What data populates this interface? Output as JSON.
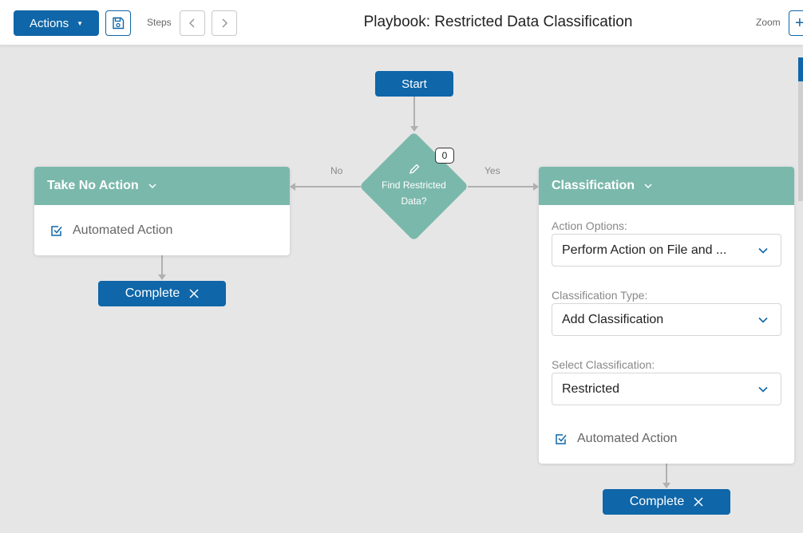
{
  "toolbar": {
    "actions_label": "Actions",
    "steps_label": "Steps",
    "title": "Playbook: Restricted Data Classification",
    "zoom_label": "Zoom",
    "zoom_in_glyph": "+"
  },
  "flow": {
    "start_label": "Start",
    "decision": {
      "line1": "Find Restricted",
      "line2": "Data?",
      "badge_count": "0"
    },
    "branch_no": "No",
    "branch_yes": "Yes",
    "left_card": {
      "title": "Take No Action",
      "automated_label": "Automated Action",
      "complete_label": "Complete"
    },
    "right_card": {
      "title": "Classification",
      "action_options_label": "Action Options:",
      "action_options_value": "Perform Action on File and ...",
      "classification_type_label": "Classification Type:",
      "classification_type_value": "Add Classification",
      "select_classification_label": "Select Classification:",
      "select_classification_value": "Restricted",
      "automated_label": "Automated Action",
      "complete_label": "Complete"
    }
  },
  "icons": [
    "caret-down-icon",
    "save-icon",
    "chevron-left-icon",
    "chevron-right-icon",
    "plus-icon",
    "pencil-icon",
    "chevron-down-icon",
    "checkbox-checked-icon",
    "close-icon"
  ],
  "colors": {
    "primary": "#0f66a8",
    "node_teal": "#7bb8ac",
    "canvas": "#e6e6e6"
  }
}
